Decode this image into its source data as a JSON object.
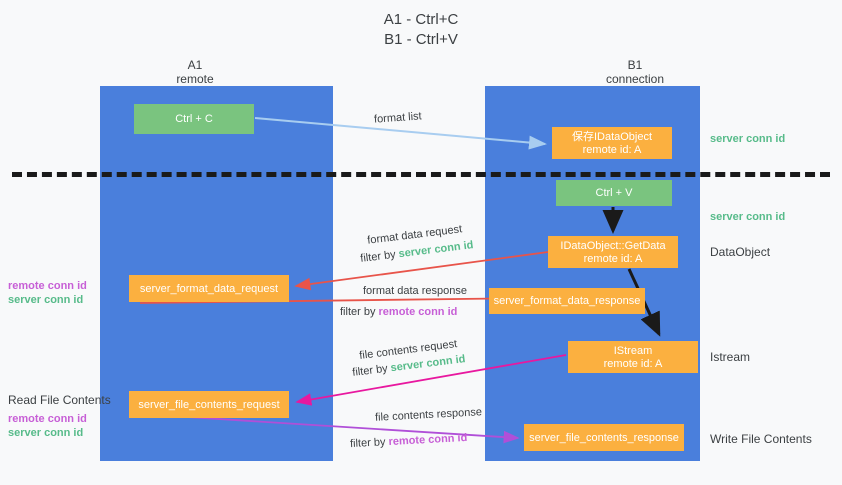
{
  "title": {
    "line1": "A1 - Ctrl+C",
    "line2": "B1 - Ctrl+V"
  },
  "columns": [
    {
      "id": "a1",
      "name": "A1",
      "sub": "remote"
    },
    {
      "id": "b1",
      "name": "B1",
      "sub": "connection"
    }
  ],
  "nodes": {
    "ctrl_c": {
      "label": "Ctrl + C",
      "color": "#7ac47f"
    },
    "idataobject": {
      "line1": "保存IDataObject",
      "line2": "remote id: A",
      "color": "#fbb040"
    },
    "ctrl_v": {
      "label": "Ctrl + V",
      "color": "#7ac47f"
    },
    "getdata": {
      "line1": "IDataObject::GetData",
      "line2": "remote id: A",
      "color": "#fbb040"
    },
    "server_format_data_request": {
      "label": "server_format_data_request",
      "color": "#fbb040"
    },
    "server_format_data_response": {
      "label": "server_format_data_response",
      "color": "#fbb040"
    },
    "istream": {
      "line1": "IStream",
      "line2": "remote id: A",
      "color": "#fbb040"
    },
    "server_file_contents_request": {
      "label": "server_file_contents_request",
      "color": "#fbb040"
    },
    "server_file_contents_response": {
      "label": "server_file_contents_response",
      "color": "#fbb040"
    }
  },
  "edge_labels": {
    "format_list": "format list",
    "format_data_request": "format data request",
    "format_data_request_filter_prefix": "filter by ",
    "format_data_request_filter_value": "server conn id",
    "format_data_response": "format data response",
    "format_data_response_filter_prefix": "filter by ",
    "format_data_response_filter_value": "remote conn id",
    "file_contents_request": "file contents request",
    "file_contents_request_filter_prefix": "filter by ",
    "file_contents_request_filter_value": "server conn id",
    "file_contents_response": "file contents response",
    "file_contents_response_filter_prefix": "filter by ",
    "file_contents_response_filter_value": "remote conn id"
  },
  "side_labels": {
    "right_server_conn_id_top": "server conn id",
    "right_server_conn_id_mid": "server conn id",
    "right_dataobject": "DataObject",
    "right_istream": "Istream",
    "right_write_file_contents": "Write File Contents",
    "left_remote_conn_id_1": "remote conn id",
    "left_server_conn_id_1": "server conn id",
    "left_read_file_contents": "Read File Contents",
    "left_remote_conn_id_2": "remote conn id",
    "left_server_conn_id_2": "server conn id"
  },
  "colors": {
    "lane_blue": "#4a7fdc",
    "node_green": "#7ac47f",
    "node_orange": "#fbb040",
    "server_conn_green": "#57bb8a",
    "remote_conn_purple": "#c75fd6",
    "arrow_lightblue": "#a8cdf0",
    "arrow_red": "#e8544a",
    "arrow_black": "#1a1a1a",
    "arrow_magenta": "#e8189f",
    "arrow_purple": "#b04fd8",
    "background": "#f8f9fa"
  }
}
